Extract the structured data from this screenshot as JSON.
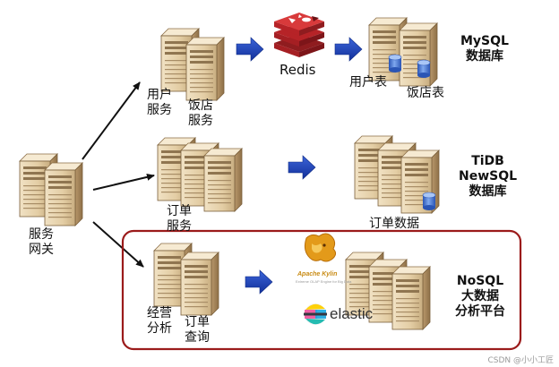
{
  "labels": {
    "gateway": [
      "服务",
      "网关"
    ],
    "user_service": [
      "用户",
      "服务"
    ],
    "shop_service": [
      "饭店",
      "服务"
    ],
    "redis": "Redis",
    "user_table": "用户表",
    "shop_table": "饭店表",
    "mysql": [
      "MySQL",
      "数据库"
    ],
    "order_service": [
      "订单",
      "服务"
    ],
    "order_data": "订单数据",
    "tidb": [
      "TiDB",
      "NewSQL",
      "数据库"
    ],
    "ops_analysis": [
      "经营",
      "分析"
    ],
    "order_query": [
      "订单",
      "查询"
    ],
    "nosql": [
      "NoSQL",
      "大数据",
      "分析平台"
    ],
    "kylin": "Apache Kylin",
    "kylin_sub": "Extreme OLAP Engine for Big Data",
    "elastic": "elastic",
    "watermark": "CSDN @小小工匠"
  },
  "colors": {
    "arrow_blue": "#1a3fb8",
    "group_border": "#9b1b1b",
    "redis_red": "#c8282c",
    "server_fill": "#e4d0ad",
    "db_cylinder": "#3a6fd0"
  },
  "icons": [
    "server-icon",
    "database-icon",
    "redis-logo",
    "kylin-logo",
    "elastic-logo",
    "flow-arrow-icon"
  ]
}
